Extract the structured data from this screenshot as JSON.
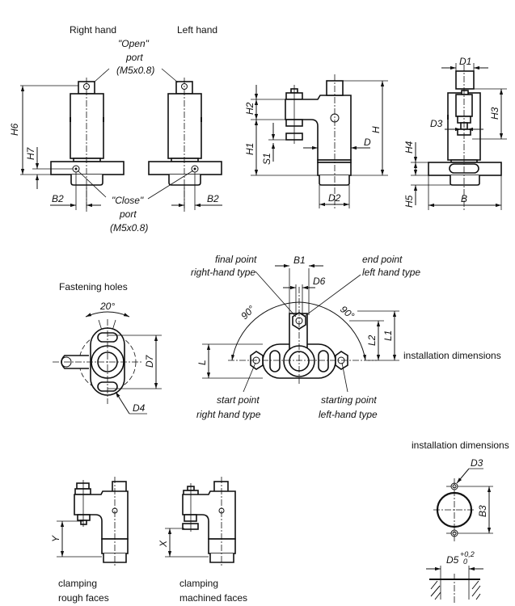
{
  "views": {
    "front": {
      "right_hand_label": "Right hand",
      "left_hand_label": "Left hand",
      "open_port": [
        "\"Open\"",
        "port",
        "(M5x0.8)"
      ],
      "close_port": [
        "\"Close\"",
        "port",
        "(M5x0.8)"
      ],
      "dims": {
        "h6": "H6",
        "h7": "H7",
        "b2_left": "B2",
        "b2_right": "B2"
      }
    },
    "side": {
      "dims": {
        "h2": "H2",
        "h1": "H1",
        "s1": "S1",
        "h": "H",
        "d": "D",
        "d2": "D2"
      }
    },
    "rear": {
      "dims": {
        "d1": "D1",
        "h3": "H3",
        "d3": "D3",
        "h4": "H4",
        "h5": "H5",
        "b": "B"
      }
    },
    "fastening": {
      "title": "Fastening holes",
      "angle": "20°",
      "dims": {
        "d7": "D7",
        "d4": "D4"
      }
    },
    "swing": {
      "final_point_rh": [
        "final point",
        "right-hand type"
      ],
      "end_point_lh": [
        "end point",
        "left hand type"
      ],
      "start_point_rh": [
        "start point",
        "right hand type"
      ],
      "starting_point_lh": [
        "starting point",
        "left-hand type"
      ],
      "angle_left": "90°",
      "angle_right": "90°",
      "installation_label": "installation dimensions",
      "dims": {
        "b1": "B1",
        "d6": "D6",
        "l": "L",
        "l1": "L1",
        "l2": "L2"
      }
    },
    "clamping": {
      "rough": {
        "label": [
          "clamping",
          "rough faces"
        ],
        "dim": "Y"
      },
      "machined": {
        "label": [
          "clamping",
          "machined faces"
        ],
        "dim": "X"
      }
    },
    "installation": {
      "title": "installation dimensions",
      "dims": {
        "d3": "D3",
        "b3": "B3",
        "d5": "D5",
        "d5_upper_tol": "+0,2",
        "d5_lower_tol": "0"
      }
    }
  }
}
